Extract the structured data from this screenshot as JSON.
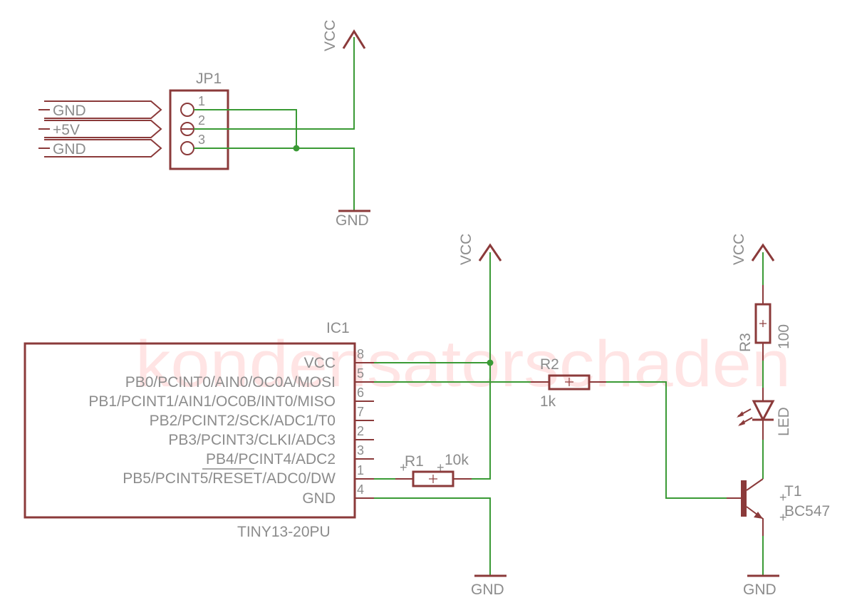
{
  "watermark": "kondensatorschaden",
  "power": {
    "vcc_label": "VCC",
    "gnd_label": "GND"
  },
  "jp1": {
    "name": "JP1",
    "pins": [
      "1",
      "2",
      "3"
    ],
    "connectors": [
      "GND",
      "+5V",
      "GND"
    ]
  },
  "ic1": {
    "name": "IC1",
    "value": "TINY13-20PU",
    "pins": [
      {
        "label": "VCC",
        "number": "8"
      },
      {
        "label": "PB0/PCINT0/AIN0/OC0A/MOSI",
        "number": "5"
      },
      {
        "label": "PB1/PCINT1/AIN1/OC0B/INT0/MISO",
        "number": "6"
      },
      {
        "label": "PB2/PCINT2/SCK/ADC1/T0",
        "number": "7"
      },
      {
        "label": "PB3/PCINT3/CLKI/ADC3",
        "number": "2"
      },
      {
        "label": "PB4/PCINT4/ADC2",
        "number": "3"
      },
      {
        "label": "PB5/PCINT5/RESET/ADC0/DW",
        "number": "1"
      },
      {
        "label": "GND",
        "number": "4"
      }
    ]
  },
  "r1": {
    "name": "R1",
    "value": "10k"
  },
  "r2": {
    "name": "R2",
    "value": "1k"
  },
  "r3": {
    "name": "R3",
    "value": "100"
  },
  "led": {
    "label": "LED"
  },
  "t1": {
    "name": "T1",
    "value": "BC547"
  }
}
